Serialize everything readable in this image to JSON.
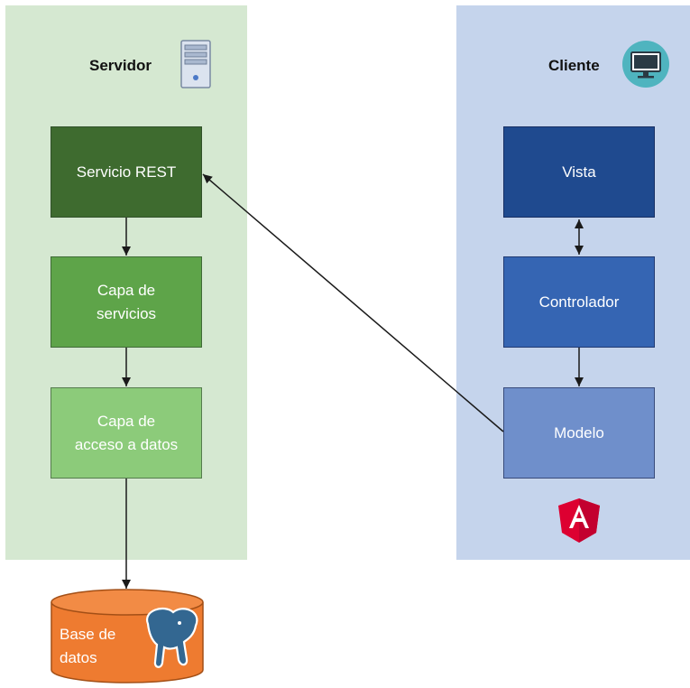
{
  "server": {
    "title": "Servidor",
    "icon": "server-tower-icon",
    "background": "#d5e8d1",
    "nodes": [
      {
        "id": "rest",
        "label": "Servicio REST",
        "color": "#3e6b2f"
      },
      {
        "id": "services",
        "label": "Capa de\nservicios",
        "color": "#5ea449"
      },
      {
        "id": "access",
        "label": "Capa de\nacceso a datos",
        "color": "#8ccb7a"
      }
    ]
  },
  "client": {
    "title": "Cliente",
    "icon": "monitor-icon",
    "background": "#c5d4ec",
    "nodes": [
      {
        "id": "vista",
        "label": "Vista",
        "color": "#1f4a8f"
      },
      {
        "id": "controller",
        "label": "Controlador",
        "color": "#3565b3"
      },
      {
        "id": "model",
        "label": "Modelo",
        "color": "#6f8fcb"
      }
    ],
    "framework_icon": "angular-logo-icon"
  },
  "database": {
    "label": "Base de\ndatos",
    "icon": "postgresql-elephant-icon",
    "color": "#ee7b30"
  },
  "connections": [
    {
      "from": "rest",
      "to": "services",
      "type": "arrow"
    },
    {
      "from": "services",
      "to": "access",
      "type": "arrow"
    },
    {
      "from": "access",
      "to": "database",
      "type": "arrow"
    },
    {
      "from": "vista",
      "to": "controller",
      "type": "bidirectional"
    },
    {
      "from": "controller",
      "to": "model",
      "type": "arrow"
    },
    {
      "from": "model",
      "to": "rest",
      "type": "arrow"
    }
  ]
}
